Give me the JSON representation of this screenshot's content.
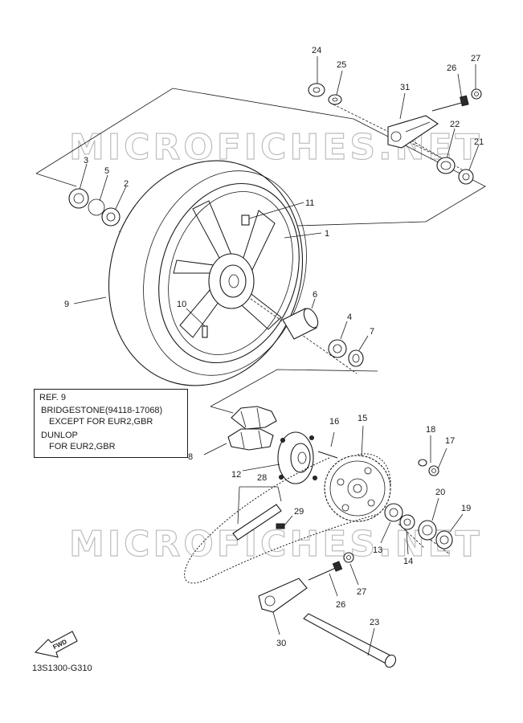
{
  "watermark": "MICROFICHES.NET",
  "callouts": [
    {
      "id": "c24",
      "label": "24"
    },
    {
      "id": "c25",
      "label": "25"
    },
    {
      "id": "c26a",
      "label": "26"
    },
    {
      "id": "c27a",
      "label": "27"
    },
    {
      "id": "c31",
      "label": "31"
    },
    {
      "id": "c22",
      "label": "22"
    },
    {
      "id": "c21",
      "label": "21"
    },
    {
      "id": "c3",
      "label": "3"
    },
    {
      "id": "c5",
      "label": "5"
    },
    {
      "id": "c2",
      "label": "2"
    },
    {
      "id": "c11",
      "label": "11"
    },
    {
      "id": "c1",
      "label": "1"
    },
    {
      "id": "c9",
      "label": "9"
    },
    {
      "id": "c10",
      "label": "10"
    },
    {
      "id": "c6",
      "label": "6"
    },
    {
      "id": "c4",
      "label": "4"
    },
    {
      "id": "c7",
      "label": "7"
    },
    {
      "id": "c8",
      "label": "8"
    },
    {
      "id": "c16",
      "label": "16"
    },
    {
      "id": "c15",
      "label": "15"
    },
    {
      "id": "c18",
      "label": "18"
    },
    {
      "id": "c17",
      "label": "17"
    },
    {
      "id": "c12",
      "label": "12"
    },
    {
      "id": "c28",
      "label": "28"
    },
    {
      "id": "c29",
      "label": "29"
    },
    {
      "id": "c20",
      "label": "20"
    },
    {
      "id": "c19",
      "label": "19"
    },
    {
      "id": "c13",
      "label": "13"
    },
    {
      "id": "c14",
      "label": "14"
    },
    {
      "id": "c26b",
      "label": "26"
    },
    {
      "id": "c27b",
      "label": "27"
    },
    {
      "id": "c23",
      "label": "23"
    },
    {
      "id": "c30",
      "label": "30"
    }
  ],
  "ref_note": {
    "line1": "REF. 9",
    "line2": "BRIDGESTONE(94118-17068)",
    "line3": "EXCEPT FOR EUR2,GBR",
    "line4": "DUNLOP",
    "line5": "FOR EUR2,GBR"
  },
  "fwd_label": "FWD",
  "diagram_code": "13S1300-G310"
}
